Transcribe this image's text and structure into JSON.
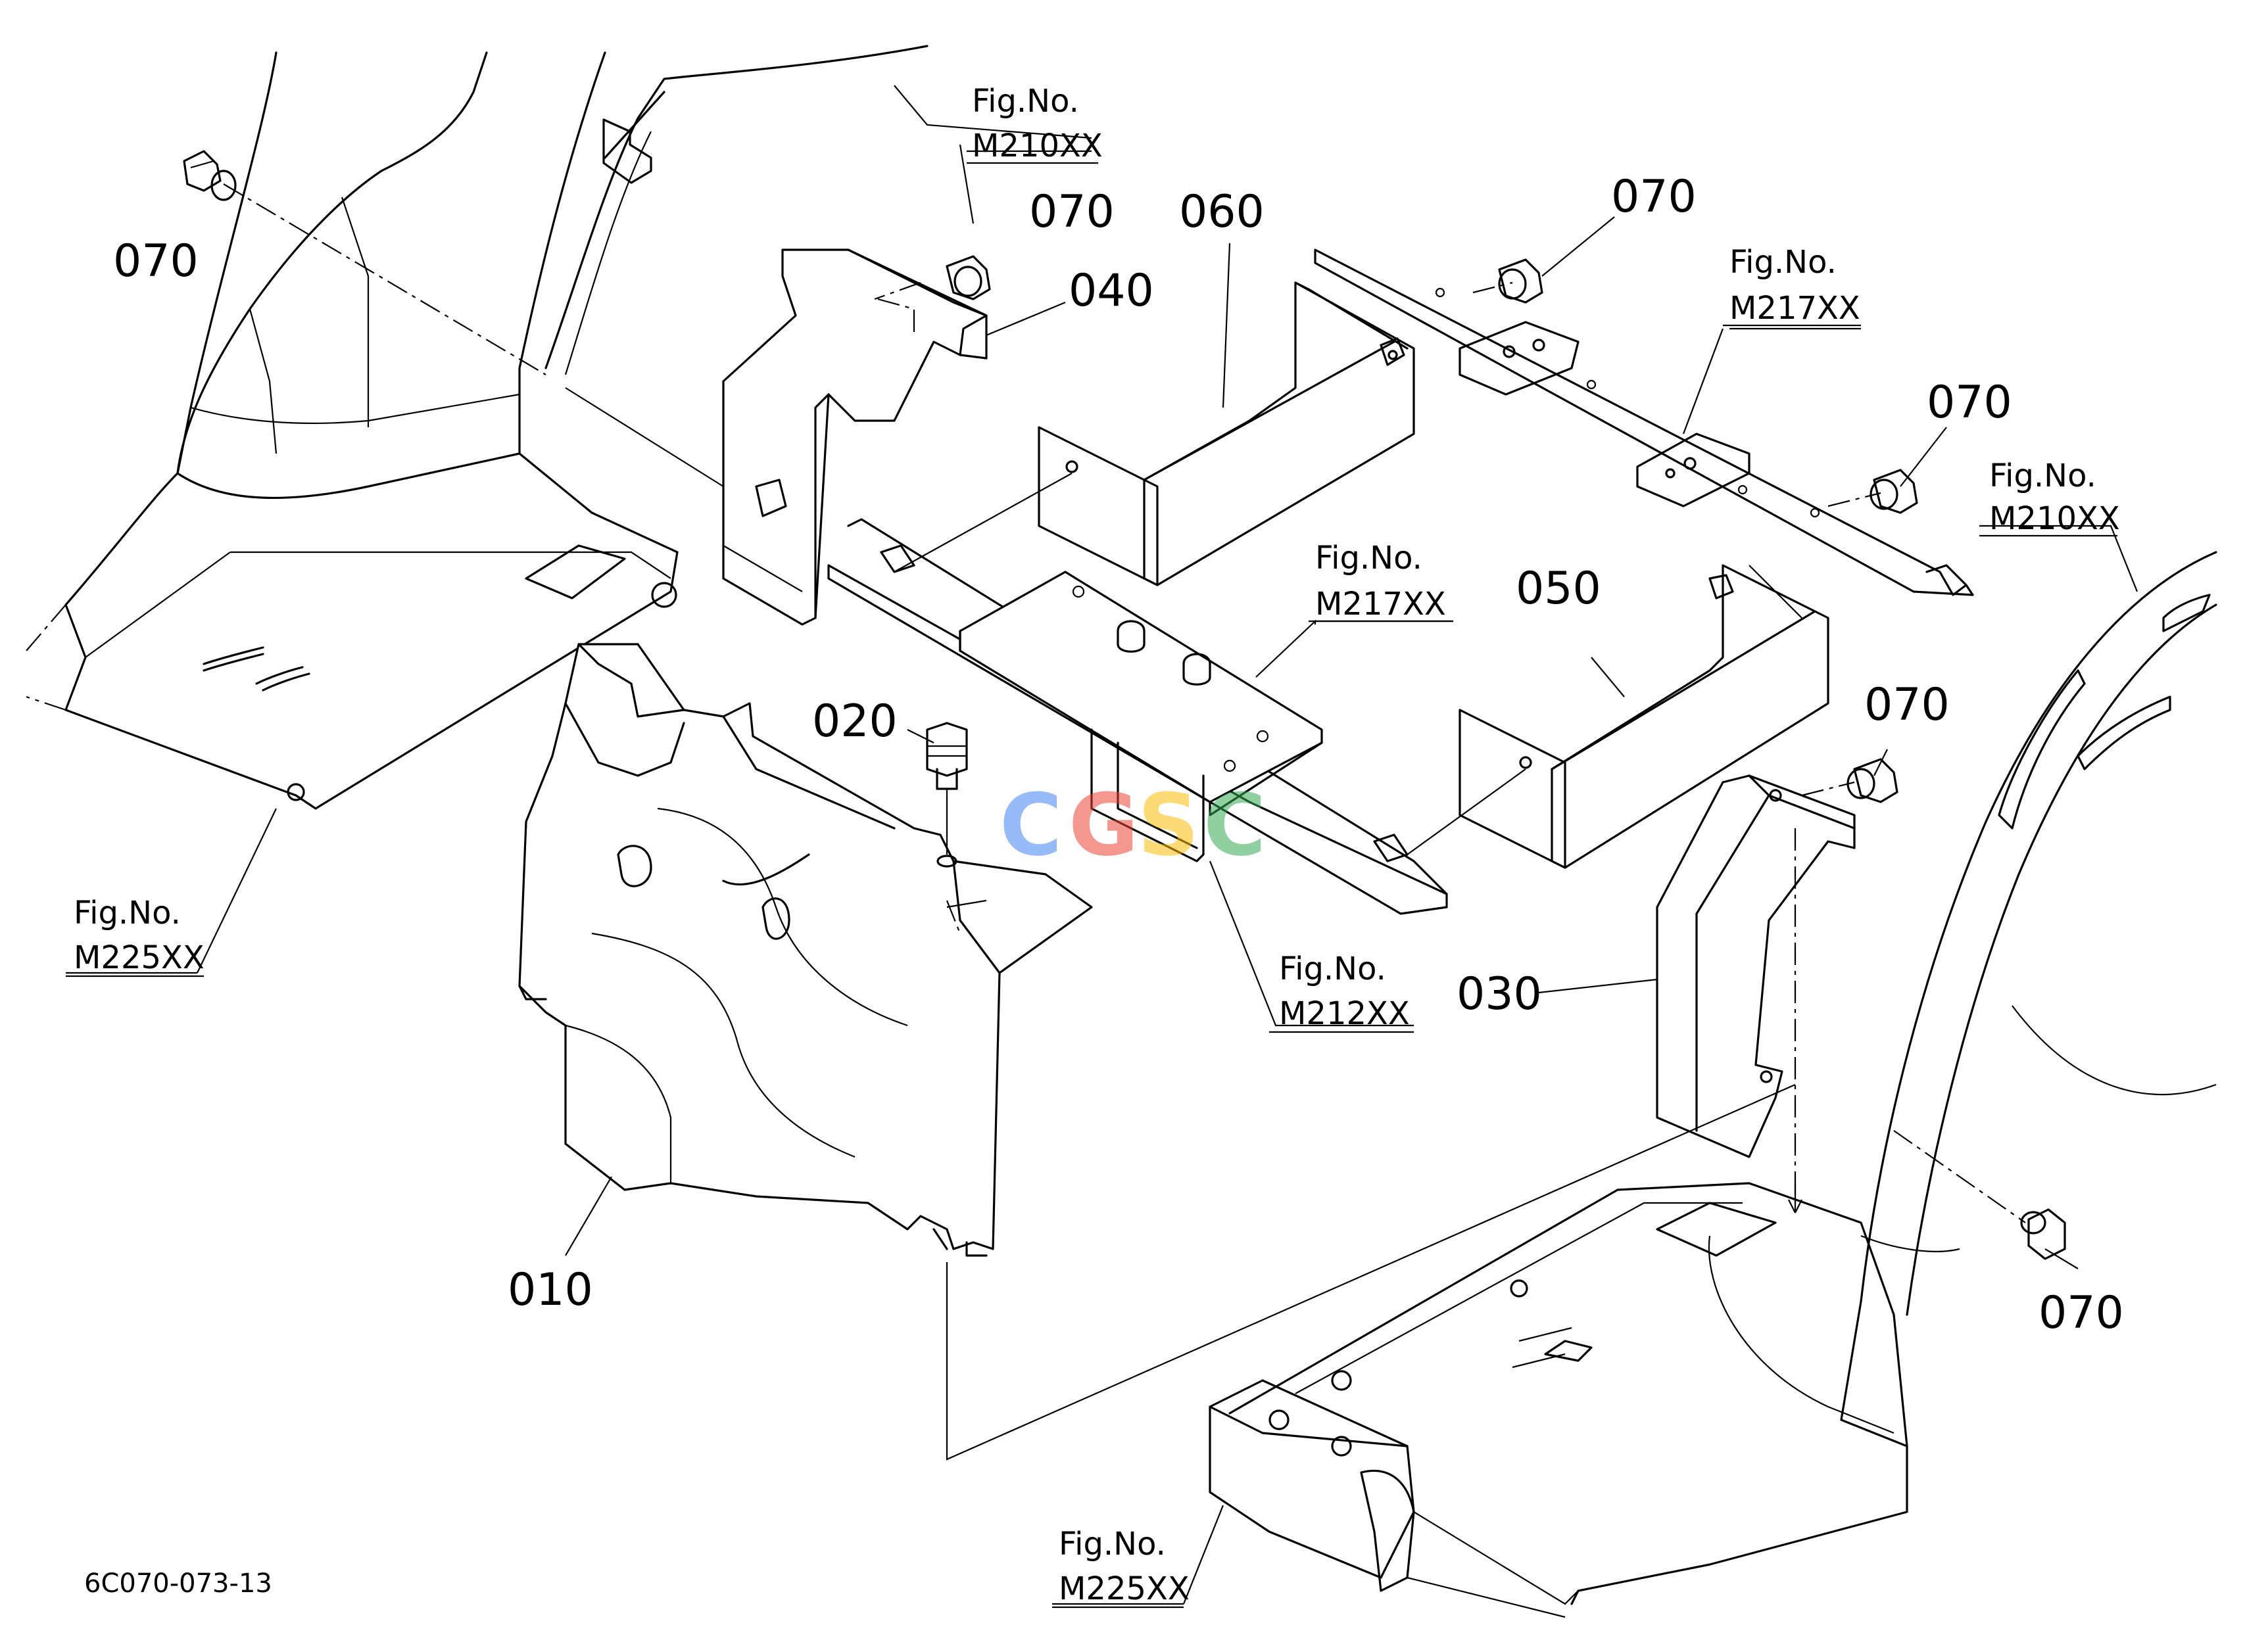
{
  "diagram": {
    "part_labels": [
      {
        "id": "070-a",
        "text": "070"
      },
      {
        "id": "070-b",
        "text": "070"
      },
      {
        "id": "070-c",
        "text": "070"
      },
      {
        "id": "070-d",
        "text": "070"
      },
      {
        "id": "070-e",
        "text": "070"
      },
      {
        "id": "070-f",
        "text": "070"
      },
      {
        "id": "060",
        "text": "060"
      },
      {
        "id": "040",
        "text": "040"
      },
      {
        "id": "050",
        "text": "050"
      },
      {
        "id": "020",
        "text": "020"
      },
      {
        "id": "030",
        "text": "030"
      },
      {
        "id": "010",
        "text": "010"
      }
    ],
    "fig_refs": [
      {
        "id": "m210-top",
        "line1": "Fig.No.",
        "line2": "M210XX"
      },
      {
        "id": "m217-right",
        "line1": "Fig.No.",
        "line2": "M217XX"
      },
      {
        "id": "m210-right",
        "line1": "Fig.No.",
        "line2": "M210XX"
      },
      {
        "id": "m217-center",
        "line1": "Fig.No.",
        "line2": "M217XX"
      },
      {
        "id": "m212",
        "line1": "Fig.No.",
        "line2": "M212XX"
      },
      {
        "id": "m225-left",
        "line1": "Fig.No.",
        "line2": "M225XX"
      },
      {
        "id": "m225-bottom",
        "line1": "Fig.No.",
        "line2": "M225XX"
      }
    ],
    "drawing_code": "6C070-073-13",
    "watermark": {
      "letters": [
        "C",
        "G",
        "S",
        "C"
      ],
      "colors": [
        "#4285F4",
        "#EA4335",
        "#FBBC05",
        "#34A853"
      ]
    }
  }
}
